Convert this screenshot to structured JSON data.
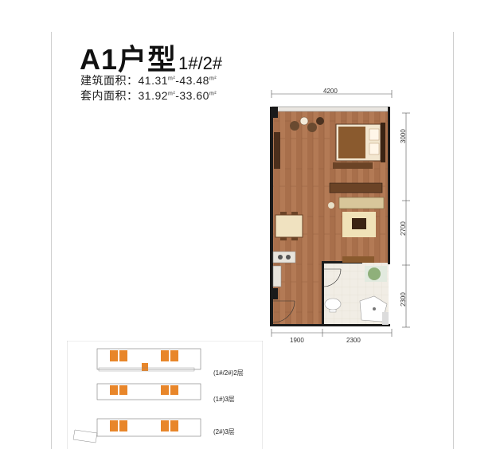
{
  "title": {
    "unit_name": "A1户型",
    "buildings": "1#/2#"
  },
  "areas": [
    {
      "label": "建筑面积：",
      "from": "41.31",
      "to": "43.48",
      "unit": "m²"
    },
    {
      "label": "套内面积：",
      "from": "31.92",
      "to": "33.60",
      "unit": "m²"
    }
  ],
  "dimensions": {
    "top_width": "4200",
    "right_segments": [
      "3000",
      "2700",
      "2300"
    ],
    "bottom_segments": [
      "1900",
      "2300"
    ]
  },
  "key_plan": {
    "floors": [
      "(1#/2#)2层",
      "(1#)3层",
      "(2#)3层"
    ],
    "accent_color": "#e8862a"
  },
  "colors": {
    "floor_wood": "#b37a55",
    "wall": "#1a1a1a",
    "tile": "#f1ede5"
  }
}
